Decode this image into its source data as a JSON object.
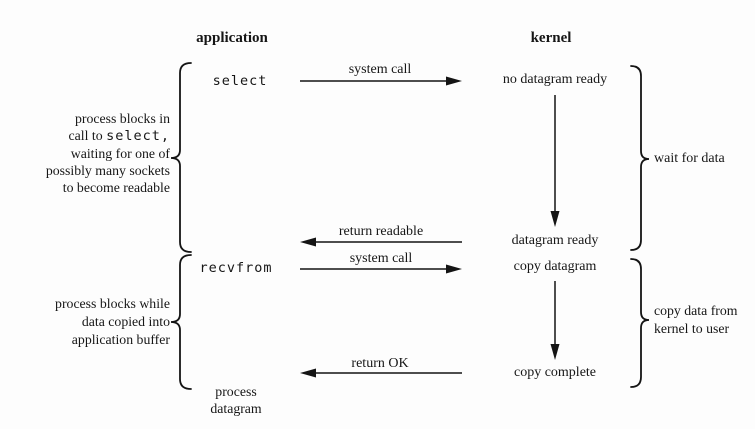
{
  "diagram": {
    "title_hint": "I/O multiplexing: select then recvfrom",
    "colors": {
      "ink": "#161616",
      "background": "#fdfdfd"
    },
    "columns": {
      "application_header": "application",
      "kernel_header": "kernel"
    },
    "application_column": {
      "select_call": "select",
      "recvfrom_call": "recvfrom",
      "process_datagram_line1": "process",
      "process_datagram_line2": "datagram"
    },
    "kernel_column": {
      "no_datagram_ready": "no datagram ready",
      "datagram_ready": "datagram ready",
      "copy_datagram": "copy datagram",
      "copy_complete": "copy complete"
    },
    "arrows": {
      "system_call_top": "system call",
      "return_readable": "return readable",
      "system_call_bottom": "system call",
      "return_ok": "return OK"
    },
    "notes": {
      "select_note": {
        "line1": "process blocks in",
        "line2_text": "call to ",
        "line2_code": "select,",
        "line3": "waiting for one of",
        "line4": "possibly many sockets",
        "line5": "to become readable"
      },
      "recvfrom_note": {
        "line1": "process blocks while",
        "line2": "data copied into",
        "line3": "application buffer"
      },
      "wait_note": "wait for data",
      "copy_note": {
        "line1": "copy data from",
        "line2": "kernel to user"
      }
    }
  }
}
